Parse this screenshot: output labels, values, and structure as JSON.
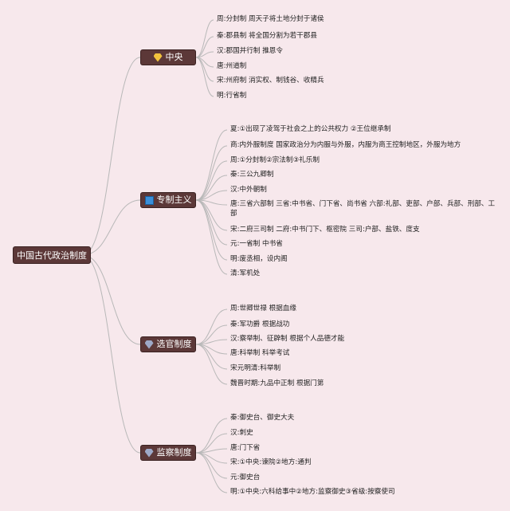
{
  "root": {
    "label": "中国古代政治制度"
  },
  "branches": [
    {
      "label": "中央",
      "icon": "diamond-icon",
      "items": [
        "周:分封制 周天子将土地分封于诸侯",
        "秦:郡县制 将全国分割为若干郡县",
        "汉:郡国并行制 推恩令",
        "唐:州道制",
        "宋:州府制 消实权、制钱谷、收精兵",
        "明:行省制"
      ]
    },
    {
      "label": "专制主义",
      "icon": "blue-square-icon",
      "items": [
        "夏:①出现了凌驾于社会之上的公共权力 ②王位继承制",
        "商:内外服制度 国家政治分为内服与外服，内服为商王控制地区，外服为地方",
        "周:①分封制②宗法制③礼乐制",
        "秦:三公九卿制",
        "汉:中外朝制",
        "唐:三省六部制 三省:中书省、门下省、尚书省 六部:礼部、吏部、户部、兵部、刑部、工部",
        "宋:二府三司制 二府:中书门下、枢密院 三司:户部、盐铁、度支",
        "元:一省制 中书省",
        "明:废丞相，设内阁",
        "清:军机处"
      ]
    },
    {
      "label": "选官制度",
      "icon": "gem-icon",
      "items": [
        "周:世卿世禄 根据血缘",
        "秦:军功爵 根据战功",
        "汉:察举制、征辟制 根据个人品德才能",
        "唐:科举制 科举考试",
        "宋元明清:科举制",
        "魏晋时期:九品中正制 根据门第"
      ]
    },
    {
      "label": "监察制度",
      "icon": "gem-icon",
      "items": [
        "秦:御史台、御史大夫",
        "汉:刺史",
        "唐:门下省",
        "宋:①中央:谏院②地方:通判",
        "元:御史台",
        "明:①中央:六科给事中②地方:监察御史③省级:按察使司"
      ]
    }
  ],
  "colors": {
    "background": "#f7e8ec",
    "node_fill": "#5c3838",
    "connector": "#b8b8b8"
  }
}
